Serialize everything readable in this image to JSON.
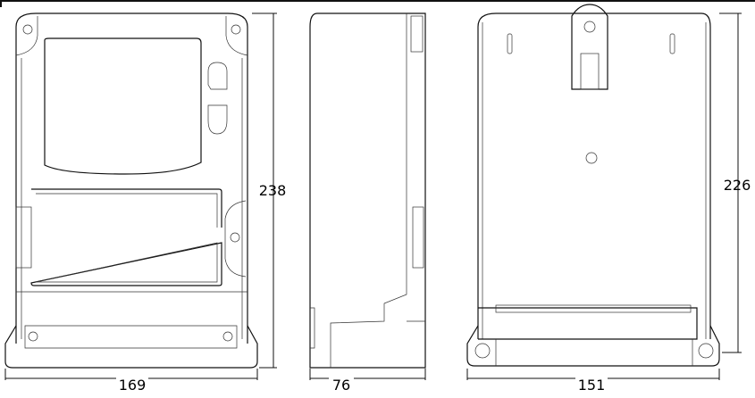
{
  "dimensions": {
    "front_width": "169",
    "front_height": "238",
    "side_depth": "76",
    "back_width": "151",
    "back_height": "226"
  }
}
